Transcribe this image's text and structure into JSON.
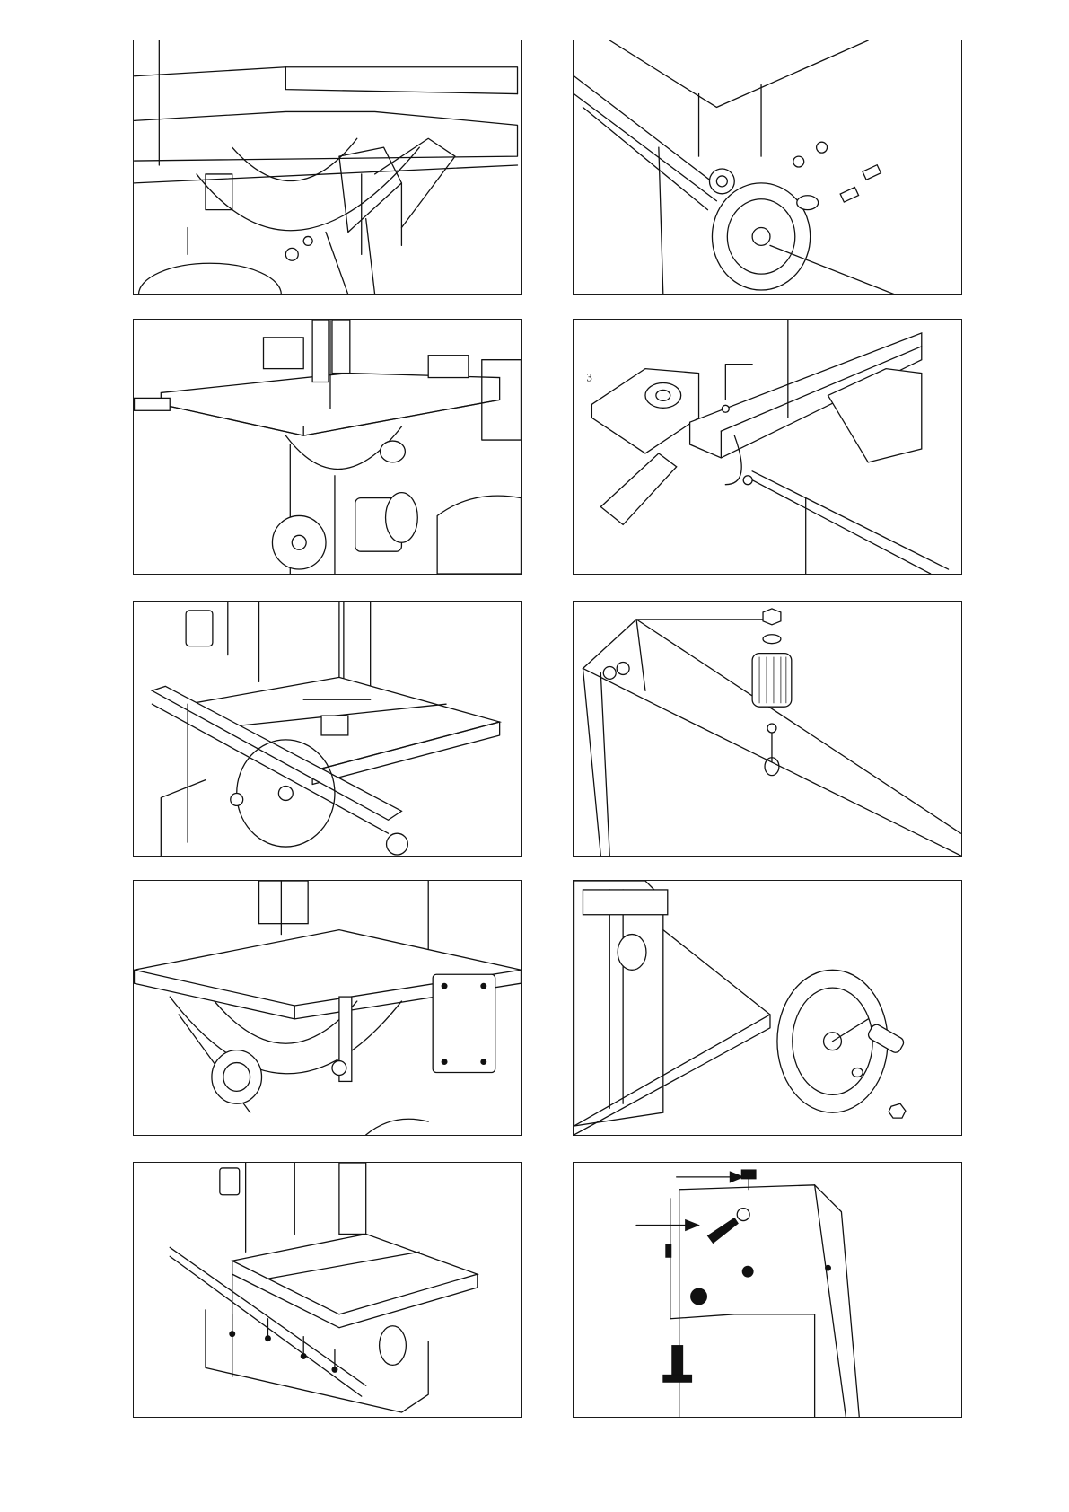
{
  "page": {
    "background": "#ffffff",
    "line_color": "#111111"
  },
  "figures": [
    {
      "id": "fig-1",
      "icon": "table-trunnion-bracket-drawing"
    },
    {
      "id": "fig-2",
      "icon": "fence-rail-bolts-handwheel-drawing"
    },
    {
      "id": "fig-3",
      "icon": "table-mounted-saw-drawing"
    },
    {
      "id": "fig-4",
      "icon": "fence-clamp-allen-key-drawing",
      "callout": "3"
    },
    {
      "id": "fig-5",
      "icon": "saw-with-rip-fence-drawing"
    },
    {
      "id": "fig-6",
      "icon": "table-knob-washer-nut-drawing"
    },
    {
      "id": "fig-7",
      "icon": "tilt-scale-and-lock-drawing"
    },
    {
      "id": "fig-8",
      "icon": "handwheel-handle-assembly-drawing"
    },
    {
      "id": "fig-9",
      "icon": "saw-with-fence-feet-drawing"
    },
    {
      "id": "fig-10",
      "icon": "upper-housing-arrows-drawing"
    }
  ]
}
